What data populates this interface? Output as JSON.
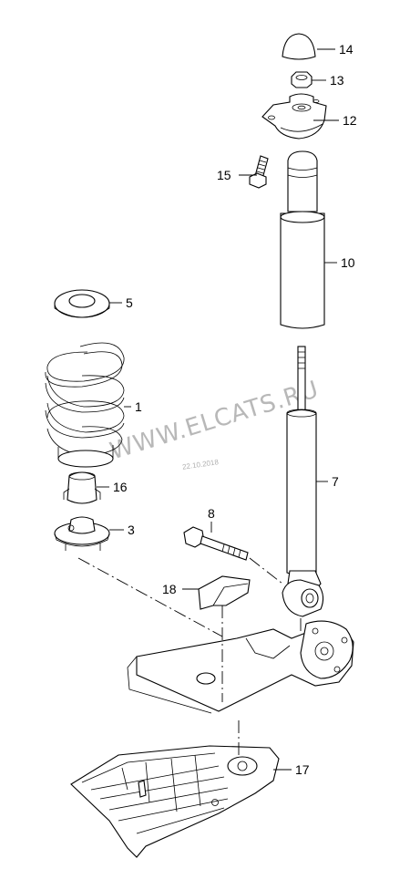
{
  "callouts": [
    {
      "id": "c14",
      "text": "14"
    },
    {
      "id": "c13",
      "text": "13"
    },
    {
      "id": "c12",
      "text": "12"
    },
    {
      "id": "c15",
      "text": "15"
    },
    {
      "id": "c10",
      "text": "10"
    },
    {
      "id": "c5",
      "text": "5"
    },
    {
      "id": "c1",
      "text": "1"
    },
    {
      "id": "c16",
      "text": "16"
    },
    {
      "id": "c3",
      "text": "3"
    },
    {
      "id": "c8",
      "text": "8"
    },
    {
      "id": "c7",
      "text": "7"
    },
    {
      "id": "c18",
      "text": "18"
    },
    {
      "id": "c17",
      "text": "17"
    }
  ],
  "watermark": {
    "text": "WWW.ELCATS.RU",
    "date": "22.10.2018"
  }
}
